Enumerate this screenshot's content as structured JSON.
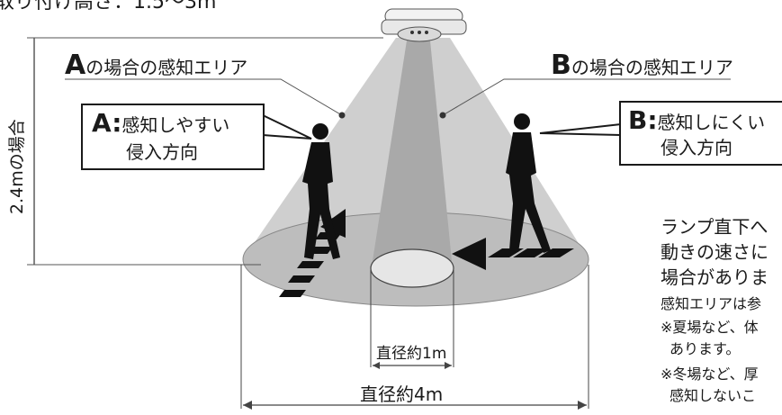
{
  "mount_height_text": "取り付け高さ：1.5〜3m",
  "height_label": "2.4mの場合",
  "area_a": {
    "letter": "A",
    "suffix": "の場合の感知エリア"
  },
  "area_b": {
    "letter": "B",
    "suffix": "の場合の感知エリア"
  },
  "callout_a": {
    "letter": "A:",
    "line1": "感知しやすい",
    "line2": "侵入方向"
  },
  "callout_b": {
    "letter": "B:",
    "line1": "感知しにくい",
    "line2": "侵入方向"
  },
  "diameter_inner": "直径約1m",
  "diameter_outer": "直径約4m",
  "notes": {
    "line1": "ランプ直下へ",
    "line2": "動きの速さに",
    "line3": "場合がありま",
    "line4": "感知エリアは参",
    "line5": "※夏場など、体",
    "line6": "あります。",
    "line7": "※冬場など、厚",
    "line8": "感知しないこ"
  },
  "colors": {
    "outer_cone": "#cfcfcf",
    "outer_floor": "#bdbdbd",
    "inner_cone": "#a9a9a9",
    "inner_floor": "#e6e6e6",
    "ink": "#1a1a1a"
  },
  "icons": [
    "motion-sensor-icon",
    "person-silhouette-icon",
    "arrow-icon"
  ]
}
